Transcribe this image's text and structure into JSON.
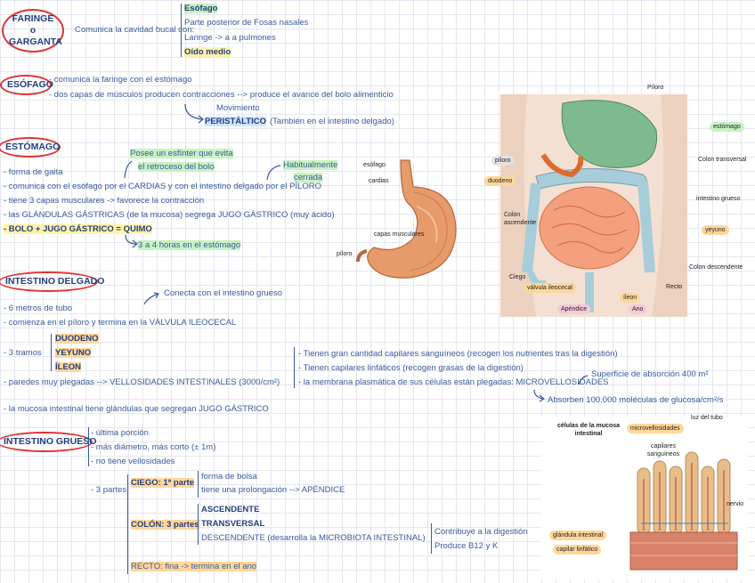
{
  "faringe": {
    "title": "FARINGE o GARGANTA",
    "intro": "Comunica la cavidad bucal con:",
    "items": [
      "Esófago",
      "Parte posterior de Fosas nasales",
      "Laringe -> a a pulmones",
      "Oído medio"
    ]
  },
  "esofago": {
    "title": "ESÓFAGO",
    "line1": "- comunica la faringe con el estómago",
    "line2": "- dos capas de músculos producen contracciones --> produce el avance del bolo alimenticio",
    "movimiento": "Movimiento",
    "peristaltico": "PERISTÁLTICO",
    "peristaltico_note": "(También en el intestino delgado)"
  },
  "estomago": {
    "title": "ESTÓMAGO",
    "note_esfinter_1": "Posee un esfínter que evita",
    "note_esfinter_2": "el retroceso del bolo",
    "note_cerrada_1": "Habitualmente",
    "note_cerrada_2": "cerrada",
    "line1": "- forma de gaita",
    "line2": "- comunica con el esófago por el CARDIAS y con el intestino delgado por el PÍLORO",
    "line3": "- tiene 3 capas musculares -> favorece la contracción",
    "line4": "- las GLÁNDULAS GÁSTRICAS (de la mucosa) segrega JUGO GÁSTRICO (muy ácido)",
    "line5": "- BOLO + JUGO GÁSTRICO = QUIMO",
    "line6": "3 a 4 horas en el estómago"
  },
  "stomach_fig": {
    "esofago": "esófago",
    "cardias": "cardias",
    "capas": "capas musculares",
    "piloro": "píloro"
  },
  "intestino_delgado": {
    "title": "INTESTINO DELGADO",
    "note_conecta": "Conecta con el intestino grueso",
    "line1": "- 6 metros de tubo",
    "line2": "- comienza en el píloro y termina en la VÁLVULA ILEOCECAL",
    "tramos_label": "- 3 tramos",
    "tramos": [
      "DUODENO",
      "YEYUNO",
      "ÍLEON"
    ],
    "line_vell": "- paredes muy plegadas --> VELLOSIDADES INTESTINALES (3000/cm²)",
    "vell_items": [
      "- Tienen gran cantidad capilares sanguíneos (recogen los nutrientes tras la digestión)",
      "- Tienen capilares linfáticos (recogen grasas de la digestión)",
      "- la membrana plasmática de sus células están plegadas: MICROVELLOSIDADES"
    ],
    "superficie": "Superficie de absorción 400 m²",
    "absorben": "Absorben 100.000 moléculas de glucosa/cm²/s",
    "line_glandulas": "- la mucosa intestinal tiene glándulas que segregan JUGO GÁSTRICO"
  },
  "intestino_grueso": {
    "title": "INTESTINO GRUESO",
    "items": [
      "- última porción",
      "- más diámetro, más corto (± 1m)",
      "- no tiene vellosidades"
    ],
    "partes_label": "- 3 partes",
    "ciego": "CIEGO: 1ª parte",
    "ciego_items": [
      "forma de bolsa",
      "tiene una prolongación --> APÉNDICE"
    ],
    "colon": "COLÓN: 3 partes",
    "colon_items": [
      "ASCENDENTE",
      "TRANSVERSAL",
      "DESCENDENTE (desarrolla la MICROBIOTA INTESTINAL)"
    ],
    "contribuye_1": "Contribuye a la digestión",
    "contribuye_2": "Produce B12 y K",
    "recto": "RECTO: fina -> termina en el ano"
  },
  "anatomy_fig": {
    "piloro_top": "Píloro",
    "estomago": "estómago",
    "piloro": "píloro",
    "duodeno": "duodeno",
    "colon_transversal": "Colon transversal",
    "intestino_grueso": "intestino grueso",
    "colon_ascendente": "Colon ascendente",
    "yeyuno": "yeyuno",
    "colon_descendente": "Colon descendente",
    "ciego": "Ciego",
    "valvula": "válvula ileocecal",
    "recto": "Recto",
    "ileon": "íleon",
    "apendice": "Apéndice",
    "ano": "Ano"
  },
  "villi_fig": {
    "title": "células de la mucosa intestinal",
    "luz": "luz del tubo",
    "microvellosidades": "microvellosidades",
    "capilares": "capilares sanguíneos",
    "nervio": "nervio",
    "glandula": "glándula intestinal",
    "linfatico": "capilar linfático"
  }
}
